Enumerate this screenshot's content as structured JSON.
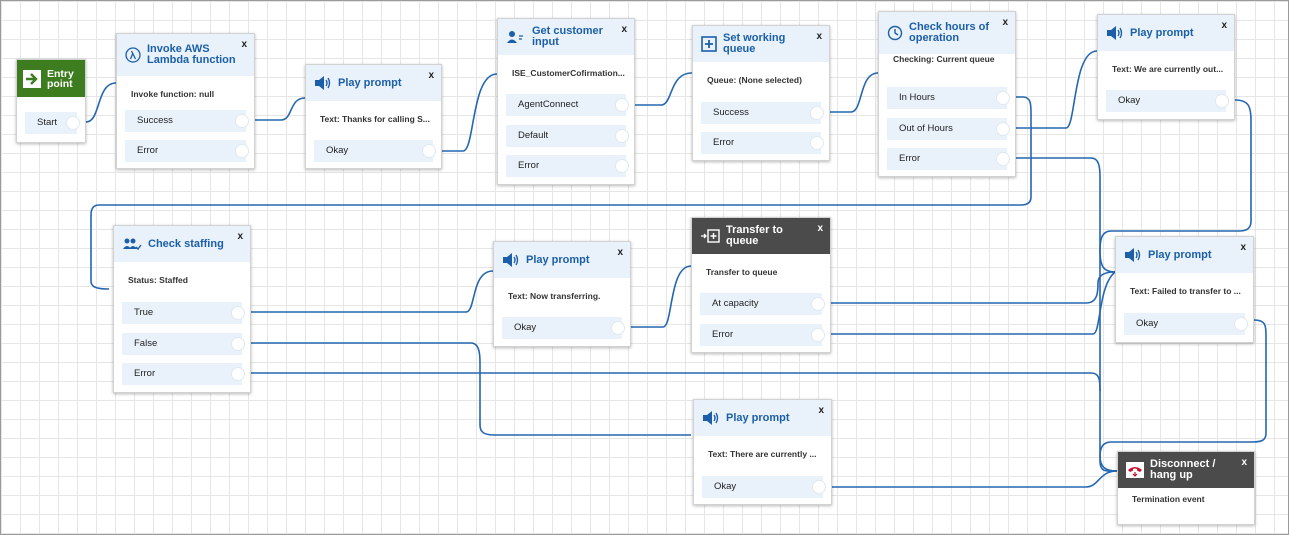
{
  "entry": {
    "title": "Entry point",
    "start_label": "Start"
  },
  "lambda": {
    "title": "Invoke AWS Lambda function",
    "desc": "Invoke function: null",
    "success": "Success",
    "error": "Error"
  },
  "prompt1": {
    "title": "Play prompt",
    "desc": "Text: Thanks for calling S...",
    "okay": "Okay"
  },
  "input": {
    "title": "Get customer input",
    "desc": "ISE_CustomerCofirmation...",
    "b1": "AgentConnect",
    "b2": "Default",
    "b3": "Error"
  },
  "queue": {
    "title": "Set working queue",
    "desc": "Queue: (None selected)",
    "success": "Success",
    "error": "Error"
  },
  "hours": {
    "title": "Check hours of operation",
    "desc": "Checking: Current queue",
    "b1": "In Hours",
    "b2": "Out of Hours",
    "b3": "Error"
  },
  "prompt2": {
    "title": "Play prompt",
    "desc": "Text: We are currently out...",
    "okay": "Okay"
  },
  "staffing": {
    "title": "Check staffing",
    "desc": "Status: Staffed",
    "b1": "True",
    "b2": "False",
    "b3": "Error"
  },
  "prompt3": {
    "title": "Play prompt",
    "desc": "Text: Now transferring.",
    "okay": "Okay"
  },
  "transfer": {
    "title": "Transfer to queue",
    "desc": "Transfer to queue",
    "b1": "At capacity",
    "b2": "Error"
  },
  "prompt4": {
    "title": "Play prompt",
    "desc": "Text: Failed to transfer to ...",
    "okay": "Okay"
  },
  "prompt5": {
    "title": "Play prompt",
    "desc": "Text: There are currently ...",
    "okay": "Okay"
  },
  "disconnect": {
    "title": "Disconnect / hang up",
    "desc": "Termination event"
  },
  "close_label": "x",
  "colors": {
    "accent": "#1c5fa8",
    "wire": "#2566b0",
    "entry": "#3d7d1f",
    "dark_header": "#4b4b4b",
    "branch_bg": "#e9f2fb"
  },
  "icons": {
    "entry": "arrow-right-icon",
    "lambda": "lambda-icon",
    "prompt": "speaker-icon",
    "input": "customer-input-icon",
    "queue": "add-queue-icon",
    "hours": "clock-icon",
    "staffing": "staffing-icon",
    "transfer": "transfer-queue-icon",
    "disconnect": "hang-up-icon"
  }
}
